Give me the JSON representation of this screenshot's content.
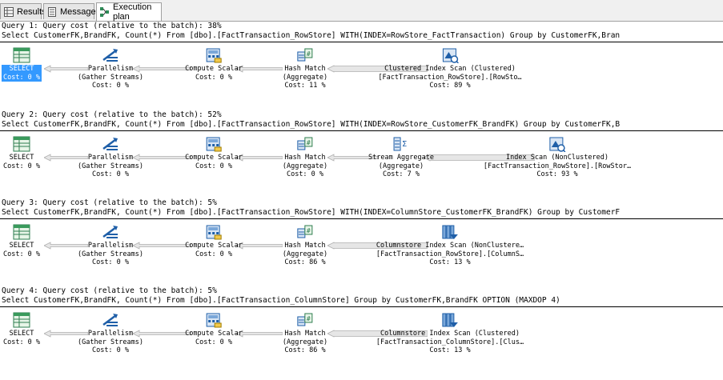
{
  "tabs": [
    {
      "label": "Results",
      "icon": "grid-icon"
    },
    {
      "label": "Messages",
      "icon": "messages-icon"
    },
    {
      "label": "Execution plan",
      "icon": "execution-plan-icon"
    }
  ],
  "queries": [
    {
      "header": "Query 1: Query cost (relative to the batch): 38%",
      "sql": "Select CustomerFK,BrandFK, Count(*) From [dbo].[FactTransaction_RowStore] WITH(INDEX=RowStore_FactTransaction) Group by CustomerFK,Bran",
      "nodes": [
        {
          "line1": "SELECT",
          "line2": "",
          "line3": "Cost: 0 %",
          "icon": "select-icon"
        },
        {
          "line1": "Parallelism",
          "line2": "(Gather Streams)",
          "line3": "Cost: 0 %",
          "icon": "parallelism-icon"
        },
        {
          "line1": "Compute Scalar",
          "line2": "",
          "line3": "Cost: 0 %",
          "icon": "compute-scalar-icon"
        },
        {
          "line1": "Hash Match",
          "line2": "(Aggregate)",
          "line3": "Cost: 11 %",
          "icon": "hash-match-icon"
        },
        {
          "line1": "Clustered Index Scan (Clustered)",
          "line2": "[FactTransaction_RowStore].[RowSto…",
          "line3": "Cost: 89 %",
          "icon": "clustered-index-scan-icon"
        }
      ]
    },
    {
      "header": "Query 2: Query cost (relative to the batch): 52%",
      "sql": "Select CustomerFK,BrandFK, Count(*) From [dbo].[FactTransaction_RowStore] WITH(INDEX=RowStore_CustomerFK_BrandFK) Group by CustomerFK,B",
      "nodes": [
        {
          "line1": "SELECT",
          "line2": "",
          "line3": "Cost: 0 %",
          "icon": "select-icon"
        },
        {
          "line1": "Parallelism",
          "line2": "(Gather Streams)",
          "line3": "Cost: 0 %",
          "icon": "parallelism-icon"
        },
        {
          "line1": "Compute Scalar",
          "line2": "",
          "line3": "Cost: 0 %",
          "icon": "compute-scalar-icon"
        },
        {
          "line1": "Hash Match",
          "line2": "(Aggregate)",
          "line3": "Cost: 0 %",
          "icon": "hash-match-icon"
        },
        {
          "line1": "Stream Aggregate",
          "line2": "(Aggregate)",
          "line3": "Cost: 7 %",
          "icon": "stream-aggregate-icon"
        },
        {
          "line1": "Index Scan (NonClustered)",
          "line2": "[FactTransaction_RowStore].[RowStor…",
          "line3": "Cost: 93 %",
          "icon": "index-scan-icon"
        }
      ]
    },
    {
      "header": "Query 3: Query cost (relative to the batch): 5%",
      "sql": "Select CustomerFK,BrandFK, Count(*) From [dbo].[FactTransaction_RowStore] WITH(INDEX=ColumnStore_CustomerFK_BrandFK) Group by CustomerF",
      "nodes": [
        {
          "line1": "SELECT",
          "line2": "",
          "line3": "Cost: 0 %",
          "icon": "select-icon"
        },
        {
          "line1": "Parallelism",
          "line2": "(Gather Streams)",
          "line3": "Cost: 0 %",
          "icon": "parallelism-icon"
        },
        {
          "line1": "Compute Scalar",
          "line2": "",
          "line3": "Cost: 0 %",
          "icon": "compute-scalar-icon"
        },
        {
          "line1": "Hash Match",
          "line2": "(Aggregate)",
          "line3": "Cost: 86 %",
          "icon": "hash-match-icon"
        },
        {
          "line1": "Columnstore Index Scan (NonClustere…",
          "line2": "[FactTransaction_RowStore].[ColumnS…",
          "line3": "Cost: 13 %",
          "icon": "columnstore-index-scan-icon"
        }
      ]
    },
    {
      "header": "Query 4: Query cost (relative to the batch): 5%",
      "sql": "Select CustomerFK,BrandFK, Count(*) From [dbo].[FactTransaction_ColumnStore] Group by CustomerFK,BrandFK OPTION (MAXDOP 4)",
      "nodes": [
        {
          "line1": "SELECT",
          "line2": "",
          "line3": "Cost: 0 %",
          "icon": "select-icon"
        },
        {
          "line1": "Parallelism",
          "line2": "(Gather Streams)",
          "line3": "Cost: 0 %",
          "icon": "parallelism-icon"
        },
        {
          "line1": "Compute Scalar",
          "line2": "",
          "line3": "Cost: 0 %",
          "icon": "compute-scalar-icon"
        },
        {
          "line1": "Hash Match",
          "line2": "(Aggregate)",
          "line3": "Cost: 86 %",
          "icon": "hash-match-icon"
        },
        {
          "line1": "Columnstore Index Scan (Clustered)",
          "line2": "[FactTransaction_ColumnStore].[Clus…",
          "line3": "Cost: 13 %",
          "icon": "columnstore-index-scan-icon"
        }
      ]
    }
  ],
  "colors": {
    "selection": "#3399ff",
    "arrow": "#b0b0b0",
    "icon_green": "#2e8b57",
    "icon_blue": "#1f5fa8"
  }
}
